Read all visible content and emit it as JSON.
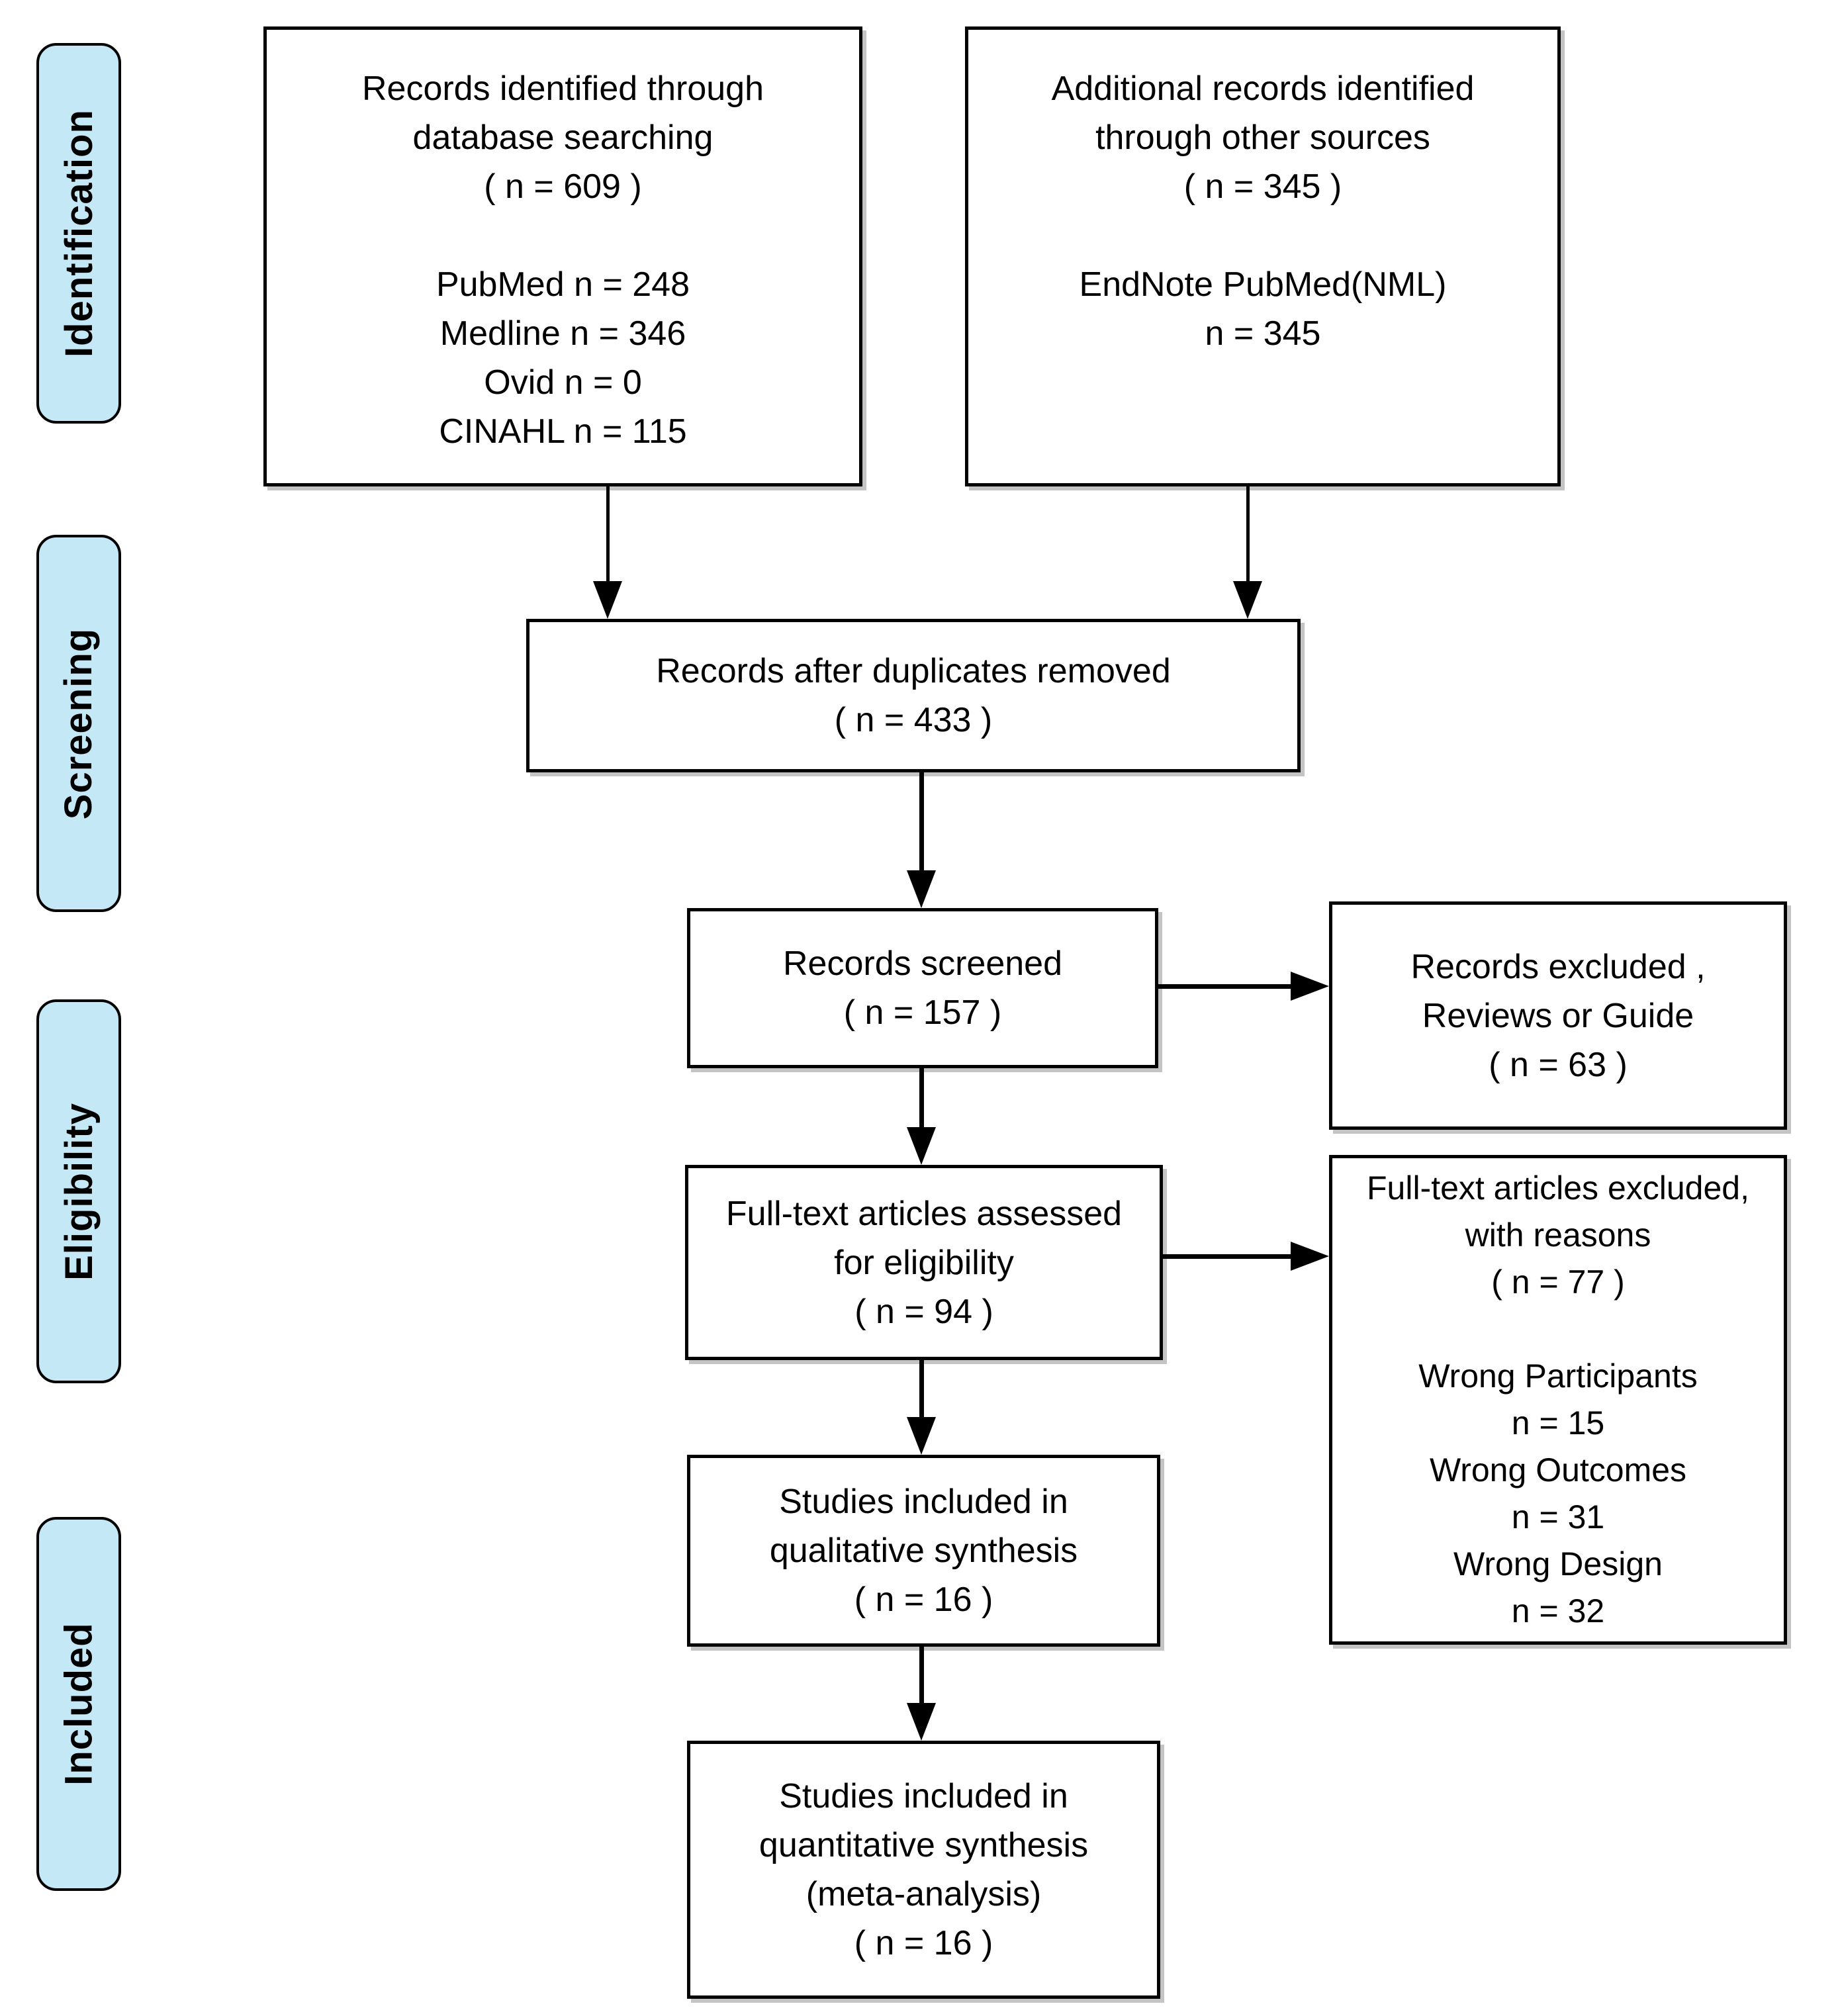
{
  "figure": {
    "type": "prisma-flow-diagram",
    "background": "#ffffff",
    "border_color": "#000000",
    "box_fill": "#ffffff",
    "sidebar_fill": "#c5e8f7",
    "shadow_color": "#c4c4c4",
    "text_color": "#000000"
  },
  "sidebar": {
    "items": [
      {
        "label": "Identification"
      },
      {
        "label": "Screening"
      },
      {
        "label": "Eligibility"
      },
      {
        "label": "Included"
      }
    ]
  },
  "boxes": {
    "database_search": {
      "text": "Records identified through\ndatabase searching\n( n = 609 )\n\nPubMed n = 248\nMedline n = 346\nOvid n = 0\nCINAHL n = 115"
    },
    "other_sources": {
      "text": "Additional records identified\nthrough other sources\n( n = 345 )\n\nEndNote PubMed(NML)\nn = 345"
    },
    "duplicates_removed": {
      "text": "Records after duplicates removed\n( n = 433 )"
    },
    "records_screened": {
      "text": "Records screened\n( n = 157 )"
    },
    "records_excluded": {
      "text": "Records excluded ,\nReviews or Guide\n( n = 63 )"
    },
    "fulltext_assessed": {
      "text": "Full-text articles assessed\nfor eligibility\n( n = 94 )"
    },
    "fulltext_excluded": {
      "text": "Full-text articles excluded,\nwith reasons\n( n = 77 )\n\nWrong Participants\nn = 15\nWrong Outcomes\nn = 31\nWrong Design\nn = 32"
    },
    "qualitative_synthesis": {
      "text": "Studies included in\nqualitative synthesis\n( n = 16 )"
    },
    "quantitative_synthesis": {
      "text": "Studies included in\nquantitative synthesis\n(meta-analysis)\n( n = 16 )"
    }
  }
}
